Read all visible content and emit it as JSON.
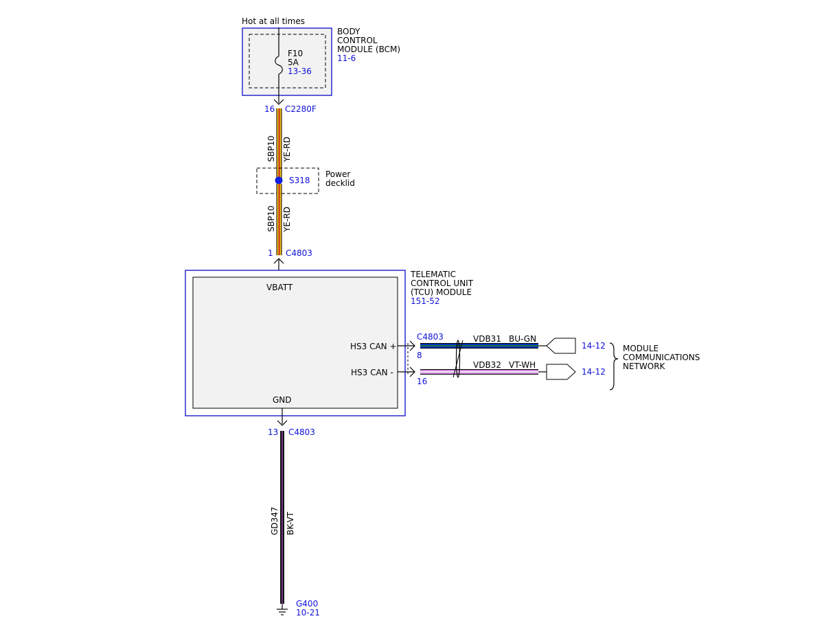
{
  "bcm": {
    "supply_label": "Hot at all times",
    "title_lines": [
      "BODY",
      "CONTROL",
      "MODULE (BCM)"
    ],
    "ref": "11-6",
    "fuse_name": "F10",
    "fuse_rating": "5A",
    "fuse_ref": "13-36"
  },
  "c2280f": {
    "pin": "16",
    "name": "C2280F"
  },
  "wire_bcm_splice": {
    "circuit": "SBP10",
    "color": "YE-RD"
  },
  "splice": {
    "name": "S318",
    "location_lines": [
      "Power",
      "decklid"
    ]
  },
  "wire_splice_tcu": {
    "circuit": "SBP10",
    "color": "YE-RD"
  },
  "c4803_vbatt": {
    "pin": "1",
    "name": "C4803"
  },
  "tcu": {
    "title_lines": [
      "TELEMATIC",
      "CONTROL UNIT",
      "(TCU) MODULE"
    ],
    "ref": "151-52",
    "pin_vbatt": "VBATT",
    "pin_gnd": "GND",
    "pin_can_plus": "HS3 CAN +",
    "pin_can_minus": "HS3 CAN -"
  },
  "can_connector": {
    "name": "C4803",
    "pin_plus": "8",
    "pin_minus": "16"
  },
  "can_plus_wire": {
    "circuit": "VDB31",
    "color": "BU-GN",
    "ref": "14-12"
  },
  "can_minus_wire": {
    "circuit": "VDB32",
    "color": "VT-WH",
    "ref": "14-12"
  },
  "network_lines": [
    "MODULE",
    "COMMUNICATIONS",
    "NETWORK"
  ],
  "c4803_gnd": {
    "pin": "13",
    "name": "C4803"
  },
  "ground_wire": {
    "circuit": "GD347",
    "color": "BK-VT"
  },
  "ground": {
    "name": "G400",
    "ref": "10-21"
  },
  "colors": {
    "component_border": "#2a2ad0",
    "reference_text": "#1010d8",
    "module_fill": "#f2f2f2",
    "wire_yellow": "#f2c318",
    "wire_red_tracer": "#c01818",
    "wire_blue": "#0a2fbf",
    "wire_green_tracer": "#1a8a1a",
    "wire_violet": "#d08adc",
    "wire_white_tracer": "#ffffff",
    "wire_black": "#111111",
    "wire_violet_tracer": "#8a3aa0",
    "splice_dot": "#1020e0"
  }
}
